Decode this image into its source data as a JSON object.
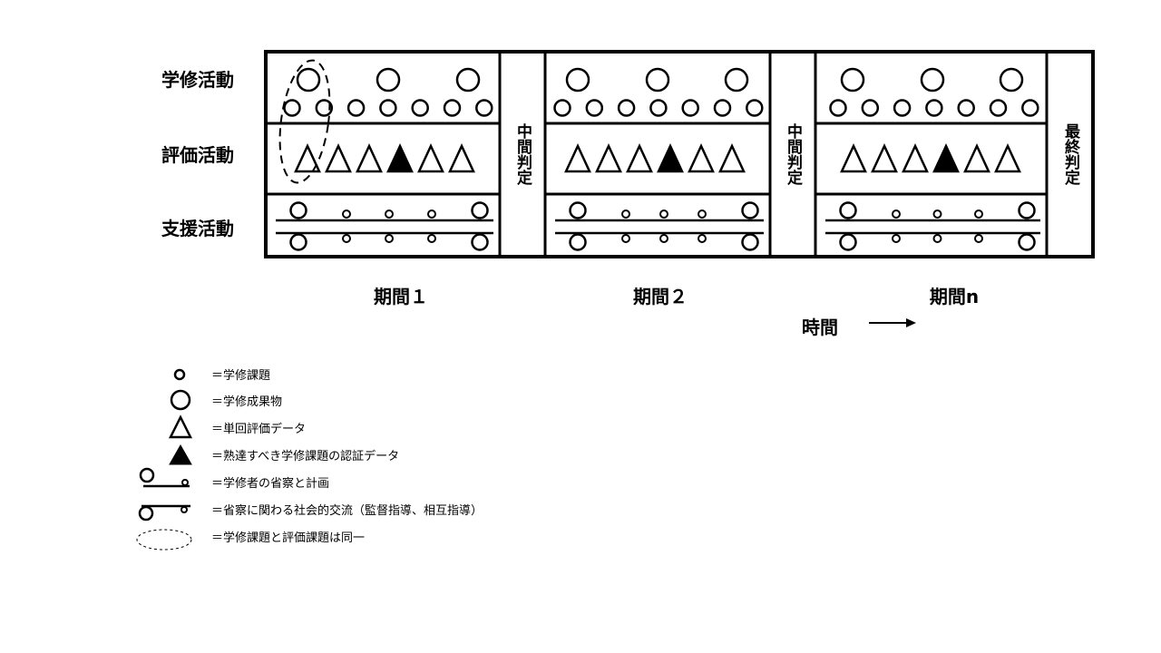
{
  "row_labels": [
    "学修活動",
    "評価活動",
    "支援活動"
  ],
  "judgments": [
    "中間判定",
    "中間判定",
    "最終判定"
  ],
  "periods": [
    "期間１",
    "期間２",
    "期間n"
  ],
  "time_label": "時間",
  "legend": [
    {
      "icon": "small-circle-icon",
      "text": "＝学修課題"
    },
    {
      "icon": "large-circle-icon",
      "text": "＝学修成果物"
    },
    {
      "icon": "triangle-outline-icon",
      "text": "＝単回評価データ"
    },
    {
      "icon": "triangle-filled-icon",
      "text": "＝熟達すべき学修課題の認証データ"
    },
    {
      "icon": "reflection-plan-icon",
      "text": "＝学修者の省察と計画"
    },
    {
      "icon": "social-exchange-icon",
      "text": "＝省察に関わる社会的交流（監督指導、相互指導）"
    },
    {
      "icon": "dashed-ellipse-icon",
      "text": "＝学修課題と評価課題は同一"
    }
  ]
}
